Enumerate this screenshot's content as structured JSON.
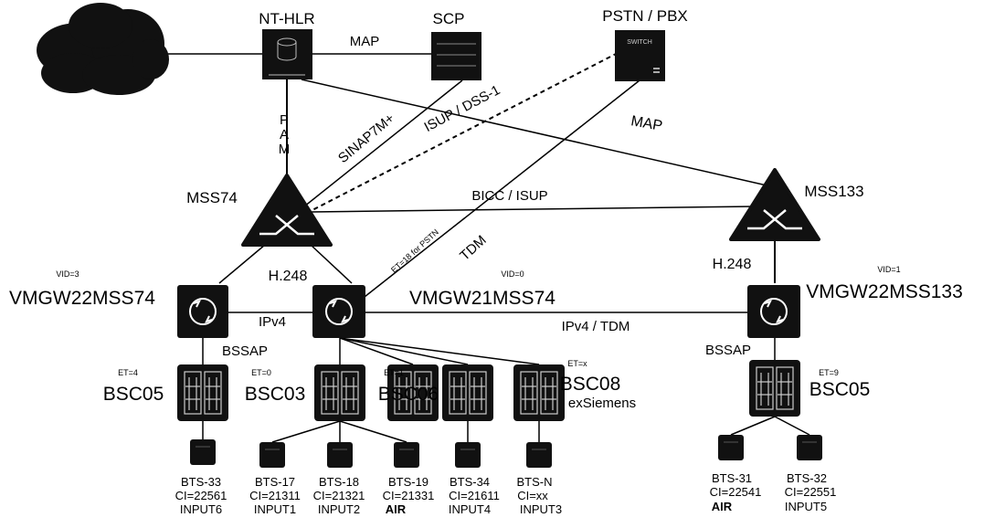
{
  "nodes": {
    "nt_hlr": "NT-HLR",
    "scp": "SCP",
    "pstn": "PSTN / PBX",
    "switch_text": "SWITCH",
    "mss74": "MSS74",
    "mss133": "MSS133",
    "vmgw22mss74": "VMGW22MSS74",
    "vmgw21mss74": "VMGW21MSS74",
    "vmgw22mss133": "VMGW22MSS133"
  },
  "links": {
    "map_hlr_scp": "MAP",
    "map_mss133": "MAP",
    "pam": [
      "P",
      "A",
      "M"
    ],
    "sinap": "SINAP7M+",
    "isup_dss1": "ISUP / DSS-1",
    "bicc_isup": "BICC / ISUP",
    "h248_left": "H.248",
    "h248_right": "H.248",
    "tdm": "TDM",
    "et18": "ET=18 for PSTN",
    "ipv4": "IPv4",
    "ipv4_tdm": "IPv4 / TDM",
    "bssap_left": "BSSAP",
    "bssap_right": "BSSAP"
  },
  "vids": {
    "left": "VID=3",
    "middle": "VID=0",
    "right": "VID=1"
  },
  "bscs": [
    {
      "et": "ET=4",
      "name": "BSC05",
      "sub": ""
    },
    {
      "et": "ET=0",
      "name": "BSC03",
      "sub": ""
    },
    {
      "et": "ET=1",
      "name": "BSC06",
      "sub": ""
    },
    {
      "et": "",
      "name": "",
      "sub": ""
    },
    {
      "et": "ET=x",
      "name": "BSC08",
      "sub": "exSiemens"
    },
    {
      "et": "ET=9",
      "name": "BSC05",
      "sub": ""
    }
  ],
  "bts": [
    {
      "name": "BTS-33",
      "ci": "CI=22561",
      "input": "INPUT6"
    },
    {
      "name": "BTS-17",
      "ci": "CI=21311",
      "input": "INPUT1"
    },
    {
      "name": "BTS-18",
      "ci": "CI=21321",
      "input": "INPUT2"
    },
    {
      "name": "BTS-19",
      "ci": "CI=21331",
      "input": "AIR"
    },
    {
      "name": "BTS-34",
      "ci": "CI=21611",
      "input": "INPUT4"
    },
    {
      "name": "BTS-N",
      "ci": "CI=xx",
      "input": "INPUT3"
    },
    {
      "name": "BTS-31",
      "ci": "CI=22541",
      "input": "AIR"
    },
    {
      "name": "BTS-32",
      "ci": "CI=22551",
      "input": "INPUT5"
    }
  ],
  "icons": {
    "cloud": "cloud-icon",
    "hlr": "database-icon",
    "scp": "server-icon",
    "switch": "switch-icon",
    "mss": "msc-triangle-icon",
    "mgw": "media-gateway-icon",
    "bsc": "bsc-cabinet-icon",
    "bts": "bts-icon"
  },
  "colors": {
    "line": "#000000",
    "node_fill": "#111111",
    "background": "#ffffff"
  }
}
